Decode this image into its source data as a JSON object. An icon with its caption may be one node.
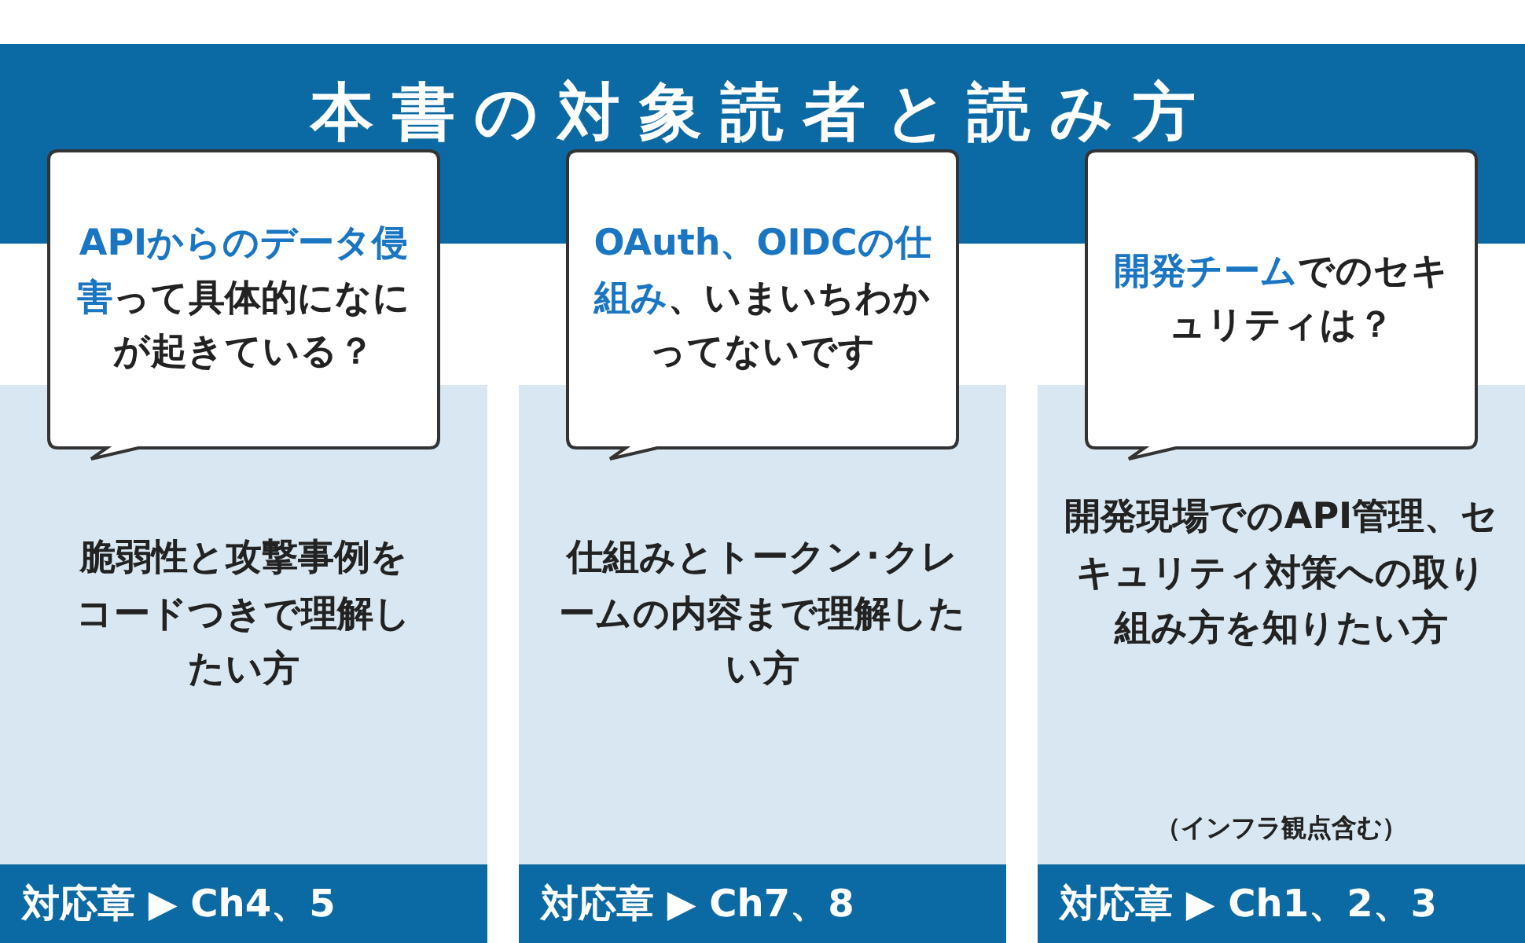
{
  "diagram": {
    "title": "本書の対象読者と読み方",
    "nodes": [
      {
        "text": [
          "**APIからのデータ侵害**って具体的になにが起きている？"
        ]
      },
      {
        "text": [
          "脆弱性と攻撃事例をコードつきで理解したい方",
          "対応章 ▶ Ch4、5"
        ]
      },
      {
        "text": [
          "**OAuth、OIDCの仕組み**、いまいちわかってないです"
        ]
      },
      {
        "text": [
          "仕組みとトークン･クレームの内容まで理解したい方",
          "対応章 ▶ Ch7、8"
        ]
      },
      {
        "text": [
          "**開発チーム**でのセキュリティは？"
        ]
      },
      {
        "text": [
          "開発現場でのAPI管理、セキュリティ対策への取り組み方を知りたい方",
          "（インフラ観点含む）",
          "対応章 ▶ Ch1、2、3"
        ]
      }
    ]
  }
}
